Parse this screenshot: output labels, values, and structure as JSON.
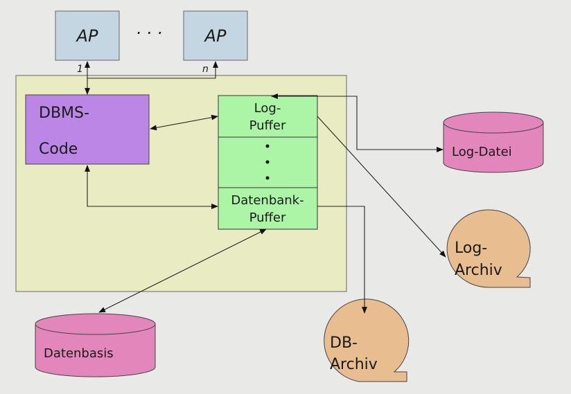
{
  "diagram": {
    "ap_boxes": [
      {
        "label": "AP",
        "index_label": "1"
      },
      {
        "label": "AP",
        "index_label": "n"
      }
    ],
    "ap_ellipsis": "· · ·",
    "dbms_code": {
      "line1": "DBMS-",
      "line2": "Code"
    },
    "buffer": {
      "log_line1": "Log-",
      "log_line2": "Puffer",
      "db_line1": "Datenbank-",
      "db_line2": "Puffer"
    },
    "log_datei": "Log-Datei",
    "datenbasis": "Datenbasis",
    "log_archiv": {
      "line1": "Log-",
      "line2": "Archiv"
    },
    "db_archiv": {
      "line1": "DB-",
      "line2": "Archiv"
    },
    "colors": {
      "background": "#e9eae8",
      "system_area": "#e9ecc2",
      "ap_box": "#c3d6e2",
      "dbms_code": "#bb86e6",
      "buffer": "#acf5a6",
      "storage": "#e386bb",
      "archive": "#e8bd8f"
    }
  }
}
